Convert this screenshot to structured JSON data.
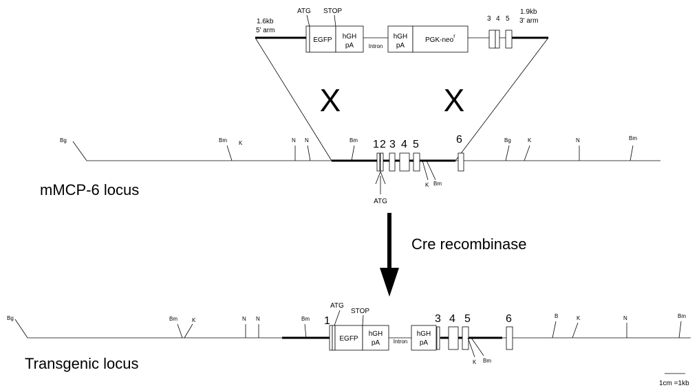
{
  "vector": {
    "arm5_size": "1.6kb",
    "arm5_label": "5' arm",
    "atg": "ATG",
    "stop": "STOP",
    "egfp": "EGFP",
    "hgh": "hGH",
    "pa": "pA",
    "intron": "Intron",
    "hgh2": "hGH",
    "pa2": "pA",
    "pgk_neo": "PGK-neo",
    "pgk_sup": "r",
    "exons": [
      "3",
      "4",
      "5"
    ],
    "arm3_size": "1.9kb",
    "arm3_label": "3' arm"
  },
  "crossovers": [
    "X",
    "X"
  ],
  "locus": {
    "title": "mMCP-6  locus",
    "sites": [
      "Bg",
      "Bm",
      "K",
      "N",
      "N",
      "Bm",
      "K",
      "Bm",
      "Bg",
      "K",
      "N",
      "Bm"
    ],
    "exons": [
      "1",
      "2",
      "3",
      "4",
      "5",
      "6"
    ],
    "atg": "ATG"
  },
  "arrow_label": "Cre recombinase",
  "transgenic": {
    "title": "Transgenic locus",
    "sites": [
      "Bg",
      "Bm",
      "K",
      "N",
      "N",
      "Bm",
      "K",
      "Bm",
      "B",
      "K",
      "N",
      "Bm"
    ],
    "exon1": "1",
    "atg": "ATG",
    "stop": "STOP",
    "egfp": "EGFP",
    "hgh": "hGH",
    "pa": "pA",
    "intron": "Intron",
    "hgh2": "hGH",
    "pa2": "pA",
    "exons": [
      "3",
      "4",
      "5",
      "6"
    ]
  },
  "scale_label": "1cm =1kb"
}
